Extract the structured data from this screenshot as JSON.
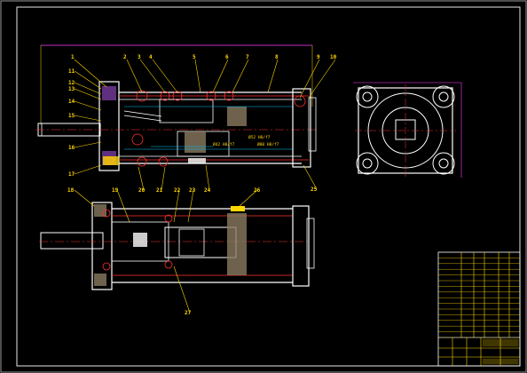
{
  "colors": {
    "background": "#000000",
    "frame": "#e8e8e8",
    "outline": "#ffffff",
    "leader": "#ffd800",
    "centerline": "#ff3030",
    "hidden": "#ff3030",
    "hatch": "#c060ff",
    "section": "#00c8ff",
    "dimension": "#ff40ff"
  },
  "balloons_top": [
    "1",
    "2",
    "3",
    "4",
    "5",
    "6",
    "7",
    "8",
    "9",
    "10"
  ],
  "balloons_left": [
    "11",
    "12",
    "13",
    "14",
    "15",
    "16",
    "17"
  ],
  "balloons_mid": [
    "18",
    "19",
    "20",
    "21",
    "22",
    "23",
    "24",
    "25",
    "26"
  ],
  "balloon_bottom": "27",
  "notes": {
    "section_a": "Ø52 H8/f7",
    "section_b": "Ø42 H8/f7",
    "section_c": "Ø80 H8/f7"
  },
  "title_block": {
    "rows": [
      "",
      "",
      "",
      "",
      "",
      "",
      "",
      "",
      "",
      "",
      "",
      "",
      "",
      "",
      ""
    ]
  }
}
